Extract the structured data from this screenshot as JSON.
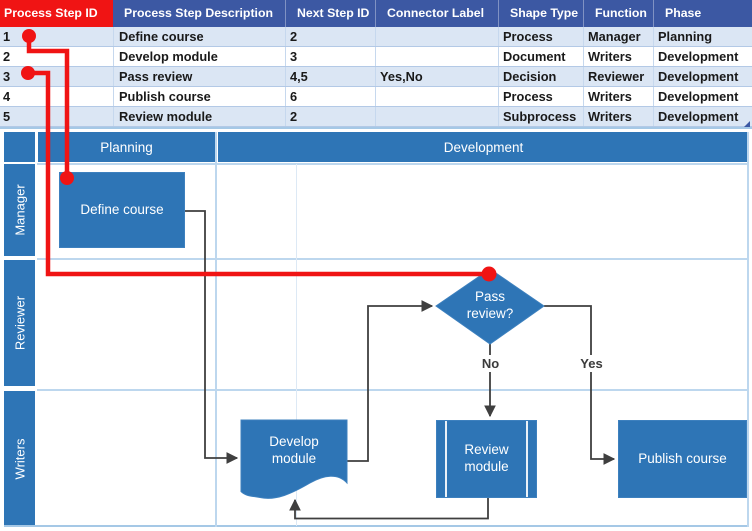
{
  "table": {
    "headers": [
      "Process Step ID",
      "Process Step Description",
      "Next Step ID",
      "Connector Label",
      "Shape Type",
      "Function",
      "Phase"
    ],
    "rows": [
      {
        "cells": [
          "1",
          "Define course",
          "2",
          "",
          "Process",
          "Manager",
          "Planning"
        ]
      },
      {
        "cells": [
          "2",
          "Develop module",
          "3",
          "",
          "Document",
          "Writers",
          "Development"
        ]
      },
      {
        "cells": [
          "3",
          "Pass review",
          "4,5",
          "Yes,No",
          "Decision",
          "Reviewer",
          "Development"
        ]
      },
      {
        "cells": [
          "4",
          "Publish course",
          "6",
          "",
          "Process",
          "Writers",
          "Development"
        ]
      },
      {
        "cells": [
          "5",
          "Review module",
          "2",
          "",
          "Subprocess",
          "Writers",
          "Development"
        ]
      }
    ]
  },
  "flowchart": {
    "phases": {
      "planning": "Planning",
      "development": "Development"
    },
    "lanes": {
      "manager": "Manager",
      "reviewer": "Reviewer",
      "writers": "Writers"
    },
    "shapes": {
      "define_course": "Define course",
      "pass_review": "Pass review?",
      "develop_module": "Develop module",
      "review_module": "Review module",
      "publish_course": "Publish course"
    },
    "connector_labels": {
      "no": "No",
      "yes": "Yes"
    }
  },
  "colors": {
    "table_header_bg": "#3C58A3",
    "highlight_red": "#F01414",
    "band_row": "#DBE6F4",
    "shape_blue": "#2E75B6",
    "grid_light_blue": "#BDD7EE",
    "connector_gray": "#3F3F3F"
  }
}
